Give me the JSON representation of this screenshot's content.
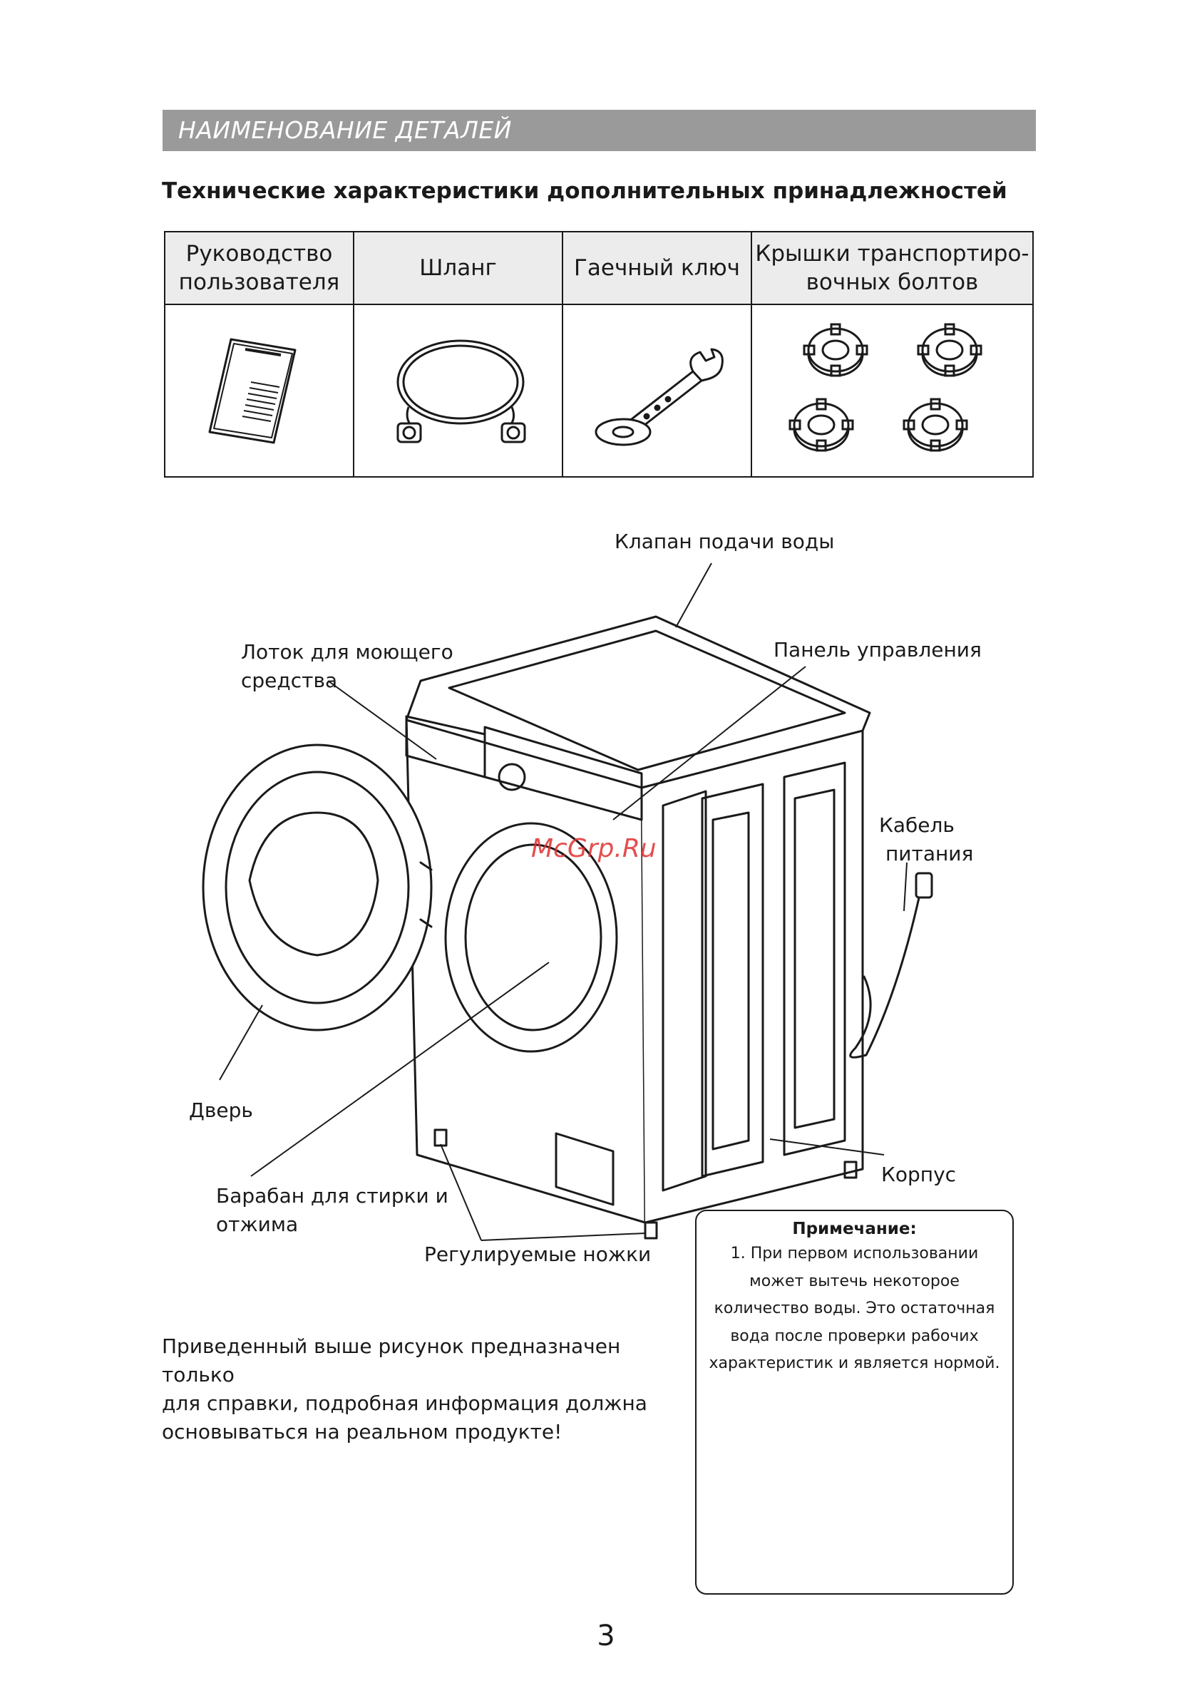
{
  "section": {
    "title": "НАИМЕНОВАНИЕ ДЕТАЛЕЙ"
  },
  "subtitle": "Технические характеристики дополнительных принадлежностей",
  "accessories": {
    "headers": [
      {
        "line1": "Руководство",
        "line2": "пользователя"
      },
      {
        "line1": "Шланг",
        "line2": ""
      },
      {
        "line1": "Гаечный ключ",
        "line2": ""
      },
      {
        "line1": "Крышки  транспортиро-",
        "line2": "вочных  болтов"
      }
    ],
    "icons": [
      "manual-icon",
      "hose-icon",
      "wrench-icon",
      "bolt-caps-icon"
    ]
  },
  "diagram": {
    "labels": {
      "water_valve": "Клапан подачи воды",
      "detergent_tray_1": "Лоток для моющего",
      "detergent_tray_2": "средства",
      "control_panel": "Панель управления",
      "power_cable_1": "Кабель",
      "power_cable_2": "питания",
      "door": "Дверь",
      "drum_1": "Барабан для стирки и",
      "drum_2": "отжима",
      "feet": "Регулируемые ножки",
      "body": "Корпус"
    },
    "watermark": "McGrp.Ru"
  },
  "note": {
    "title": "Примечание:",
    "lines": [
      "1. При первом использовании",
      "может вытечь некоторое",
      "количество воды. Это остаточная",
      "вода после проверки рабочих",
      "характеристик и является нормой."
    ]
  },
  "footnote": {
    "lines": [
      "Приведенный выше рисунок предназначен только",
      "для справки, подробная информация должна",
      "основываться на реальном продукте!"
    ]
  },
  "page_number": "3"
}
